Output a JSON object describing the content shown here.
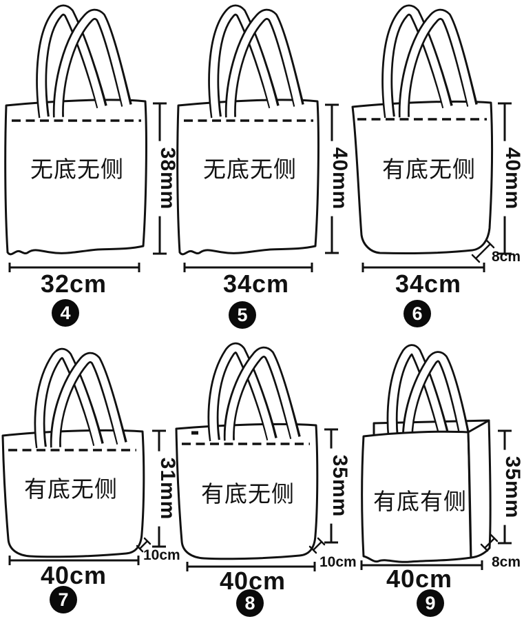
{
  "colors": {
    "ink": "#111111",
    "background": "#ffffff",
    "badge_background": "#0a0a0a",
    "badge_text": "#ffffff"
  },
  "bags": [
    {
      "number": "4",
      "type_label": "无底无侧",
      "height_label": "38mm",
      "width_label": "32cm"
    },
    {
      "number": "5",
      "type_label": "无底无侧",
      "height_label": "40mm",
      "width_label": "34cm"
    },
    {
      "number": "6",
      "type_label": "有底无侧",
      "height_label": "40mm",
      "width_label": "34cm",
      "depth_label": "8cm"
    },
    {
      "number": "7",
      "type_label": "有底无侧",
      "height_label": "31mm",
      "width_label": "40cm",
      "depth_label": "10cm"
    },
    {
      "number": "8",
      "type_label": "有底无侧",
      "height_label": "35mm",
      "width_label": "40cm",
      "depth_label": "10cm"
    },
    {
      "number": "9",
      "type_label": "有底有侧",
      "height_label": "35mm",
      "width_label": "40cm",
      "depth_label": "8cm"
    }
  ]
}
